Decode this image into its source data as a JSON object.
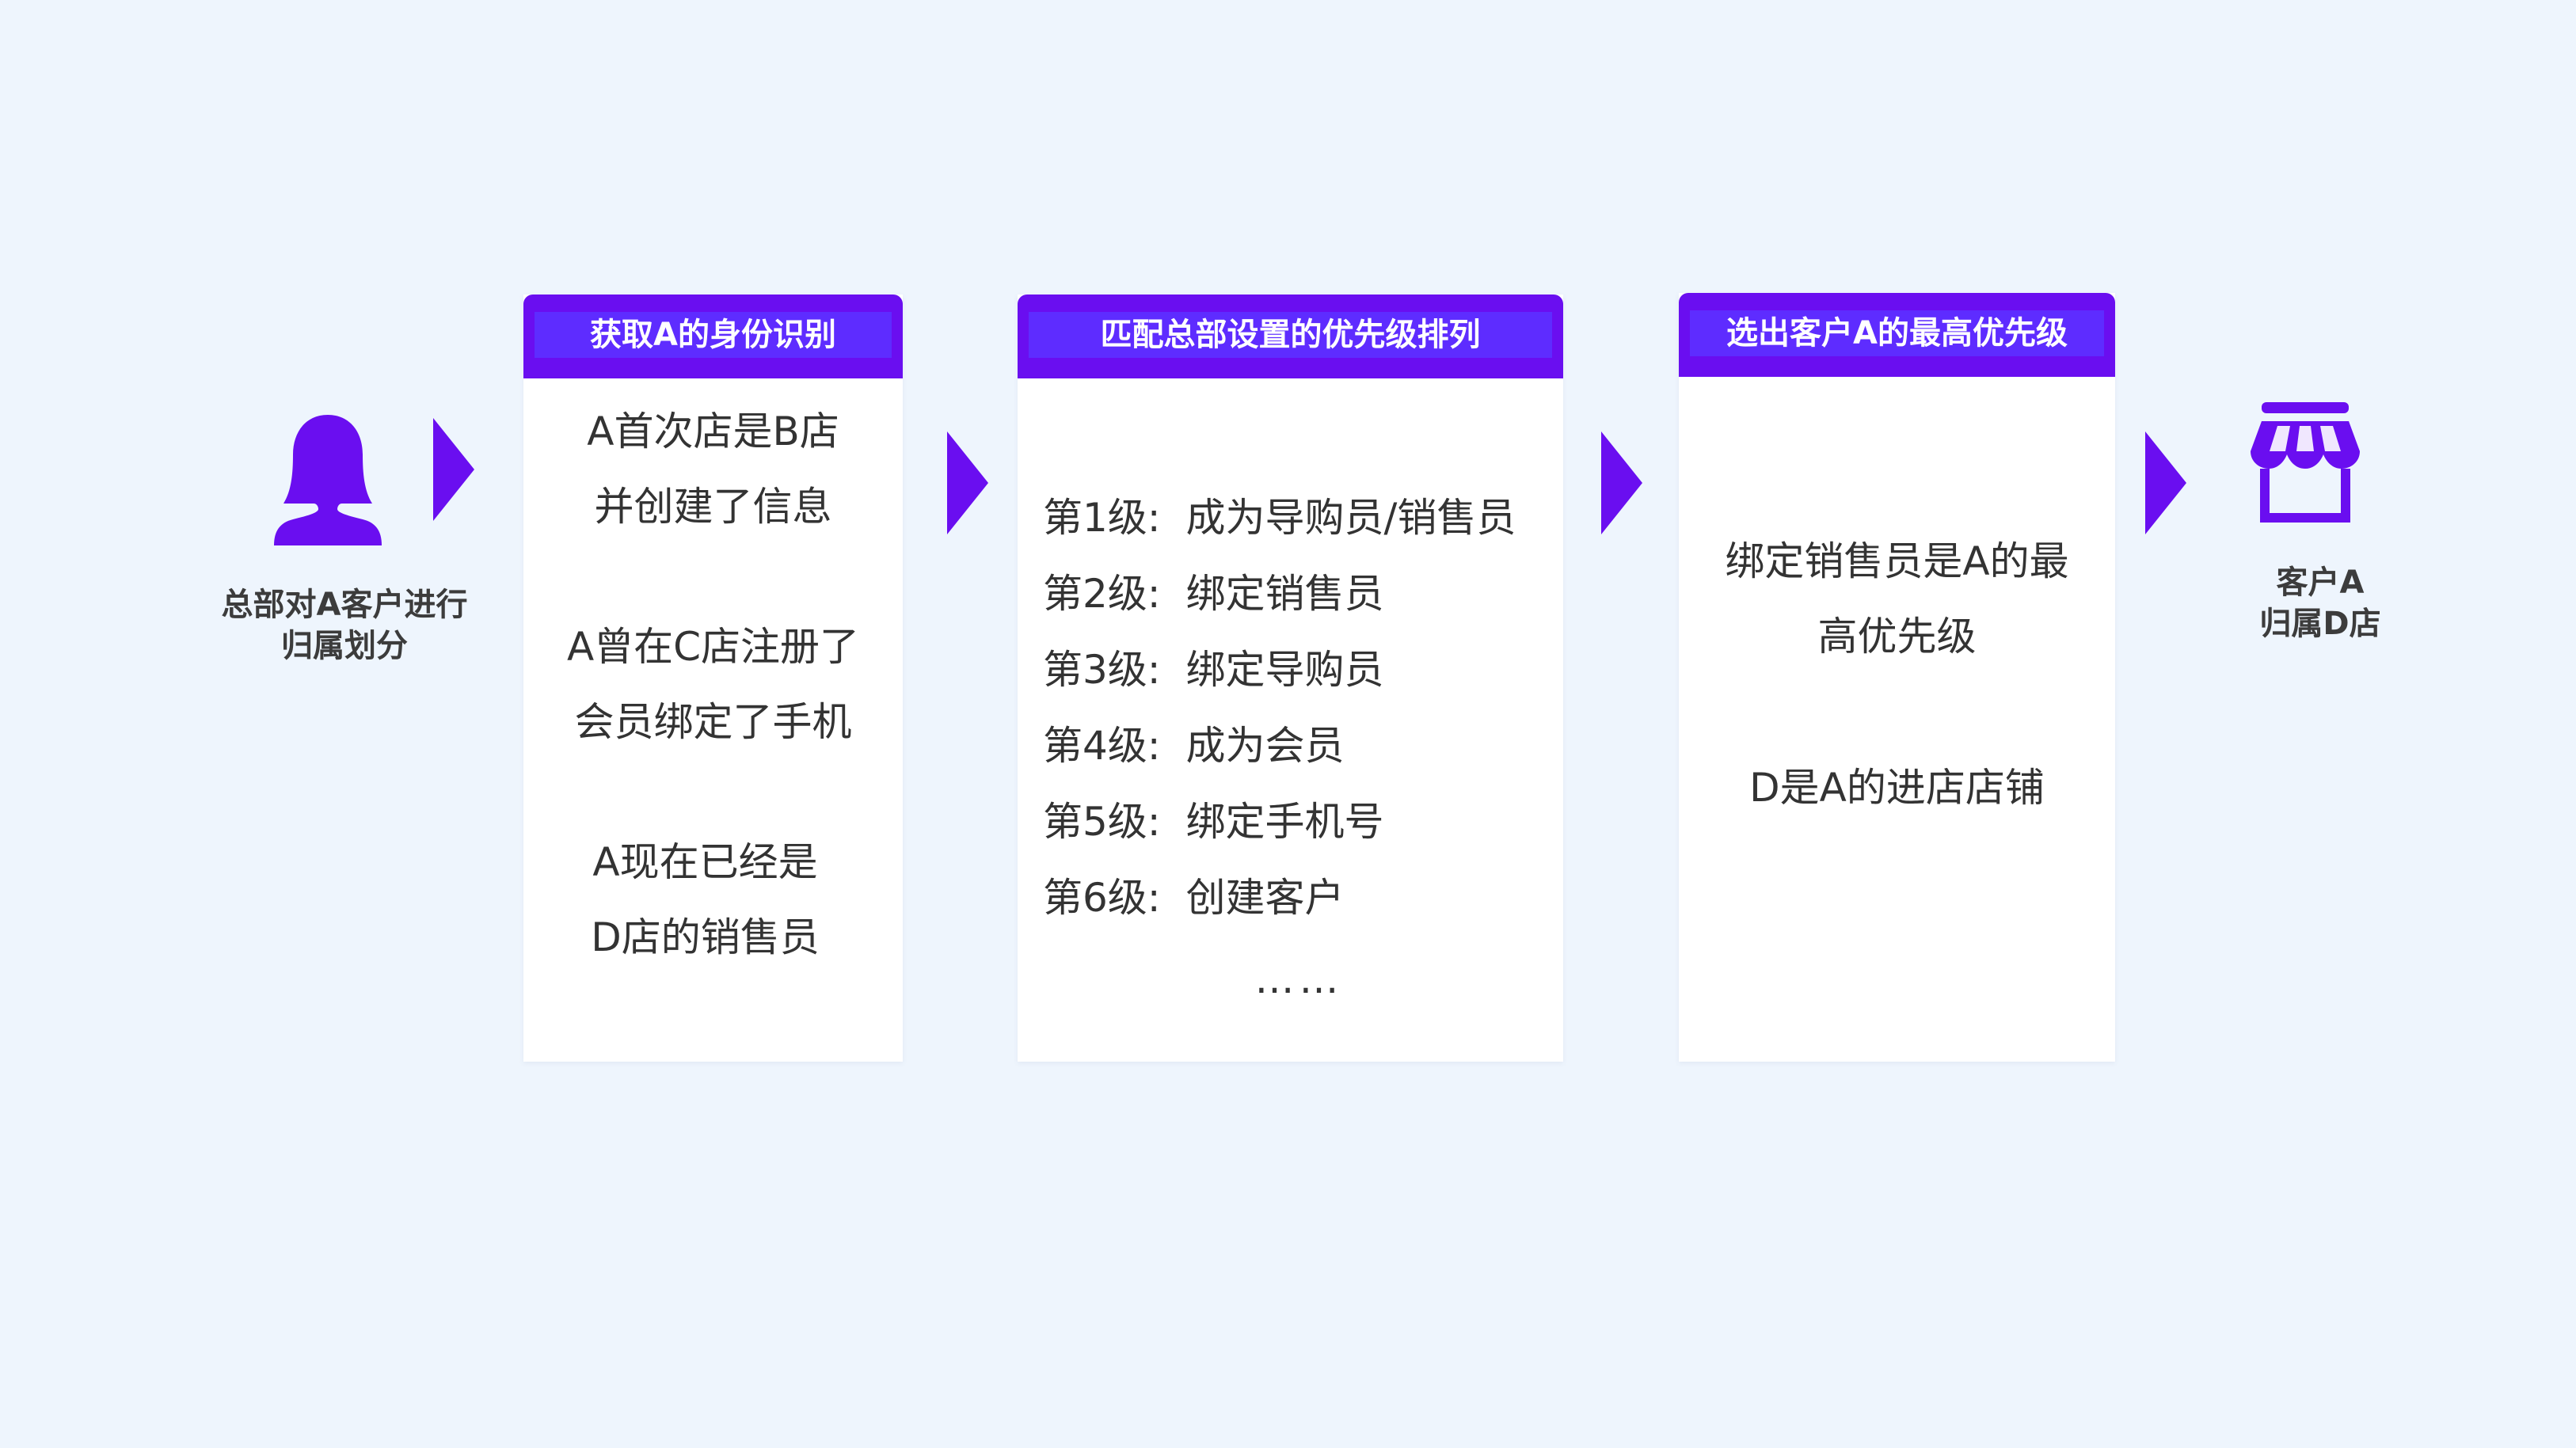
{
  "start": {
    "icon": "person-icon",
    "label_lines": [
      "总部对A客户进行",
      "归属划分"
    ]
  },
  "steps": [
    {
      "title": "获取A的身份识别",
      "paragraphs": [
        [
          "A首次店是B店",
          "并创建了信息"
        ],
        [
          "A曾在C店注册了",
          "会员绑定了手机"
        ],
        [
          "A现在已经是",
          "D店的销售员"
        ]
      ]
    },
    {
      "title": "匹配总部设置的优先级排列",
      "levels": [
        {
          "level": "第1级:",
          "rule": "成为导购员/销售员"
        },
        {
          "level": "第2级:",
          "rule": "绑定销售员"
        },
        {
          "level": "第3级:",
          "rule": "绑定导购员"
        },
        {
          "level": "第4级:",
          "rule": "成为会员"
        },
        {
          "level": "第5级:",
          "rule": "绑定手机号"
        },
        {
          "level": "第6级:",
          "rule": "创建客户"
        }
      ],
      "ellipsis": "……"
    },
    {
      "title": "选出客户A的最高优先级",
      "paragraphs": [
        [
          "绑定销售员是A的最",
          "高优先级"
        ],
        [
          "D是A的进店店铺"
        ]
      ]
    }
  ],
  "end": {
    "icon": "shop-icon",
    "label_lines": [
      "客户A",
      "归属D店"
    ]
  },
  "colors": {
    "accent": "#6a0ef0",
    "header_inner": "#5e2cff",
    "background": "#eef5fd",
    "label_text": "#3c3c3c",
    "body_text": "#333333"
  }
}
